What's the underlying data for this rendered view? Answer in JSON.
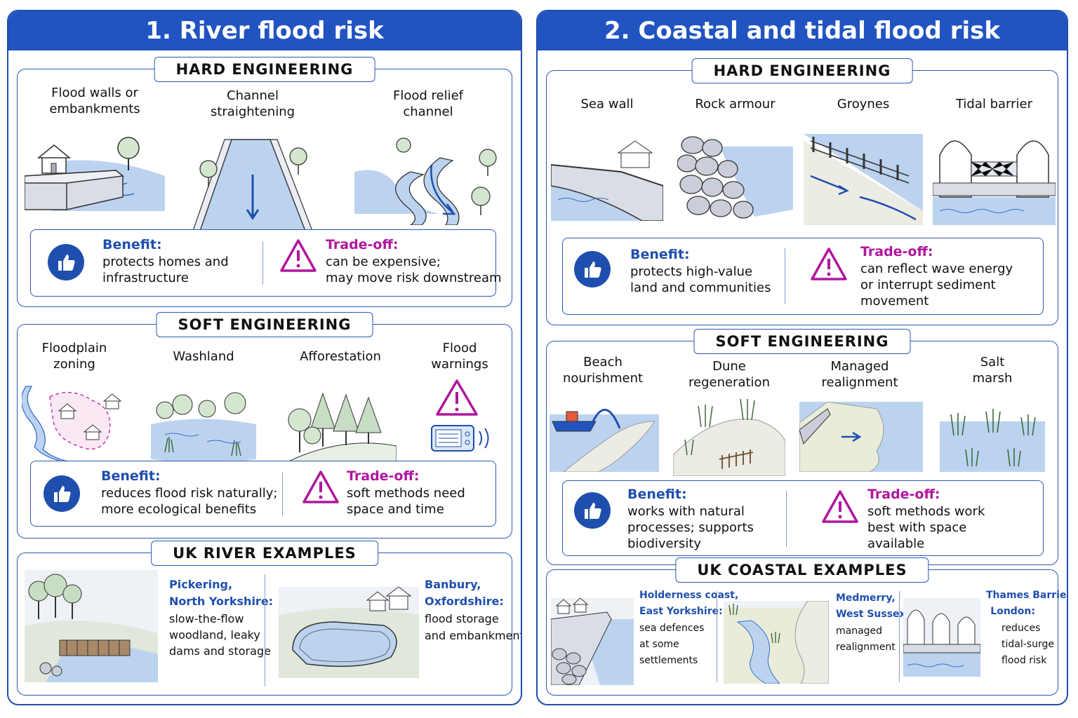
{
  "panels": {
    "river": {
      "title": "1. River flood risk",
      "hard": {
        "label": "HARD ENGINEERING",
        "items": [
          "Flood walls or\nembankments",
          "Channel\nstraightening",
          "Flood relief\nchannel"
        ],
        "benefit_title": "Benefit:",
        "benefit_lines": [
          "protects homes and",
          "infrastructure"
        ],
        "tradeoff_title": "Trade-off:",
        "tradeoff_lines": [
          "can be expensive;",
          "may move risk downstream"
        ]
      },
      "soft": {
        "label": "SOFT  ENGINEERING",
        "items": [
          "Floodplain\nzoning",
          "Washland",
          "Afforestation",
          "Flood\nwarnings"
        ],
        "benefit_title": "Benefit:",
        "benefit_lines": [
          "reduces flood risk naturally;",
          "more ecological benefits"
        ],
        "tradeoff_title": "Trade-off:",
        "tradeoff_lines": [
          "soft methods need",
          "space and time"
        ]
      },
      "examples": {
        "label": "UK RIVER EXAMPLES",
        "items": [
          {
            "title_lines": [
              "Pickering,",
              "North Yorkshire:"
            ],
            "text_lines": [
              "slow-the-flow",
              "woodland, leaky",
              "dams and storage"
            ]
          },
          {
            "title_lines": [
              "Banbury,",
              "Oxfordshire:"
            ],
            "text_lines": [
              "flood storage",
              "and embankments"
            ]
          }
        ]
      }
    },
    "coastal": {
      "title": "2. Coastal and tidal flood risk",
      "hard": {
        "label": "HARD ENGINEERING",
        "items": [
          "Sea wall",
          "Rock armour",
          "Groynes",
          "Tidal barrier"
        ],
        "benefit_title": "Benefit:",
        "benefit_lines": [
          "protects high-value",
          "land and communities"
        ],
        "tradeoff_title": "Trade-off:",
        "tradeoff_lines": [
          "can reflect wave energy",
          "or interrupt sediment",
          "movement"
        ]
      },
      "soft": {
        "label": "SOFT  ENGINEERING",
        "items": [
          "Beach\nnourishment",
          "Dune\nregeneration",
          "Managed\nrealignment",
          "Salt\nmarsh"
        ],
        "benefit_title": "Benefit:",
        "benefit_lines": [
          "works with natural",
          "processes; supports",
          "biodiversity"
        ],
        "tradeoff_title": "Trade-off:",
        "tradeoff_lines": [
          "soft methods work",
          "best with space",
          "available"
        ]
      },
      "examples": {
        "label": "UK COASTAL  EXAMPLES",
        "items": [
          {
            "title_lines": [
              "Holderness coast,",
              "East Yorkshire:"
            ],
            "text_lines": [
              "sea defences",
              "at some",
              "settlements"
            ]
          },
          {
            "title_lines": [
              "Medmerry,",
              "West Sussex:"
            ],
            "text_lines": [
              "managed",
              "realignment"
            ]
          },
          {
            "title_lines": [
              "Thames Barrier,",
              "London:"
            ],
            "text_lines": [
              "reduces",
              "tidal-surge",
              "flood risk"
            ]
          }
        ]
      }
    }
  },
  "icons": {
    "benefit": "thumbs-up-icon",
    "tradeoff": "warning-triangle-icon"
  },
  "colors": {
    "header": "#2154c0",
    "border": "#2a58b8",
    "benefit": "#1f4fae",
    "tradeoff": "#b0169c",
    "water": "#bcd3f0"
  }
}
